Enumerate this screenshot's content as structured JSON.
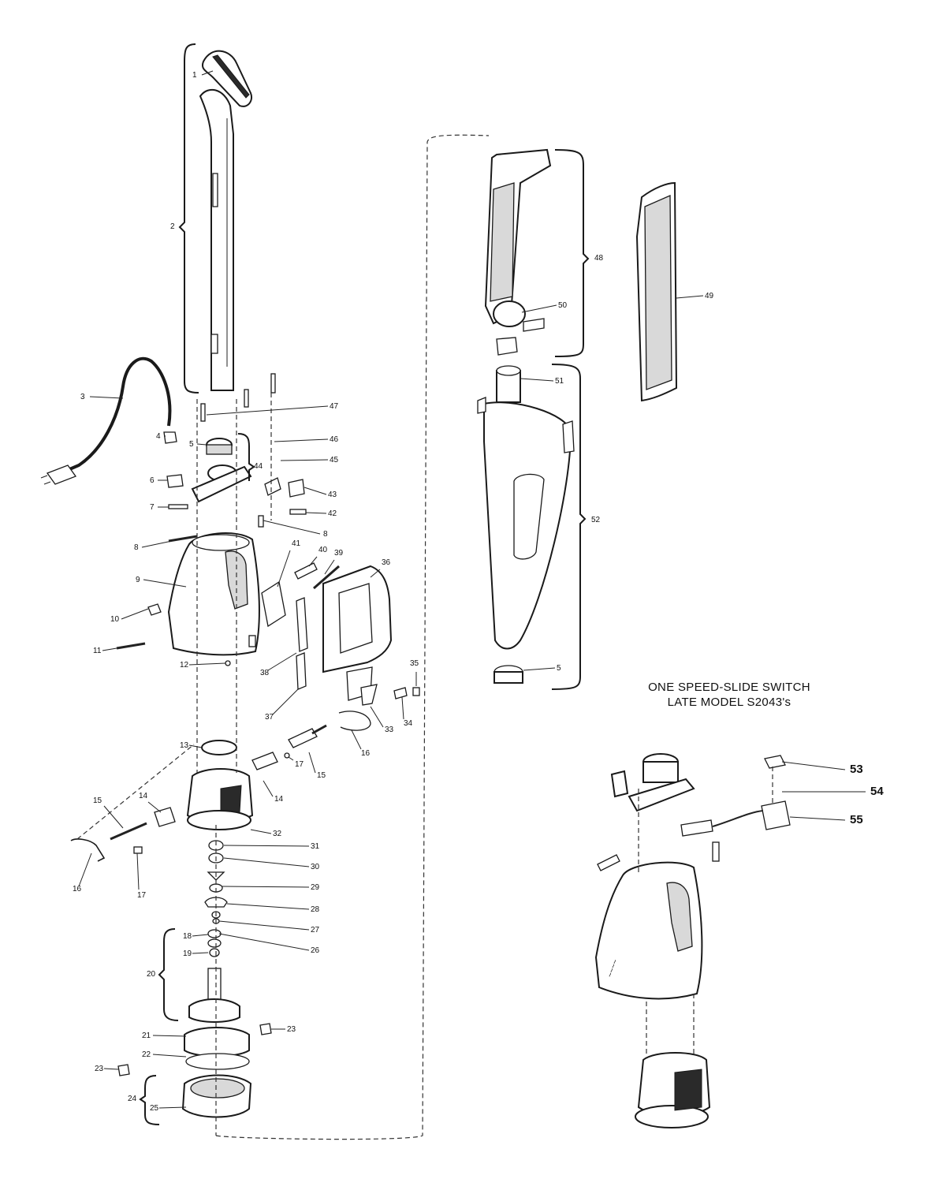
{
  "inset": {
    "title_line1": "ONE SPEED-SLIDE SWITCH",
    "title_line2": "LATE MODEL S2043's"
  },
  "callouts": [
    "1",
    "2",
    "3",
    "4",
    "5",
    "6",
    "7",
    "8",
    "8",
    "9",
    "10",
    "11",
    "12",
    "13",
    "14",
    "14",
    "15",
    "15",
    "16",
    "16",
    "17",
    "17",
    "18",
    "19",
    "20",
    "21",
    "22",
    "23",
    "23",
    "24",
    "25",
    "26",
    "27",
    "28",
    "29",
    "30",
    "31",
    "32",
    "33",
    "34",
    "35",
    "36",
    "37",
    "38",
    "39",
    "40",
    "41",
    "42",
    "43",
    "44",
    "45",
    "46",
    "47",
    "48",
    "49",
    "50",
    "51",
    "52",
    "5",
    "53",
    "54",
    "55"
  ]
}
